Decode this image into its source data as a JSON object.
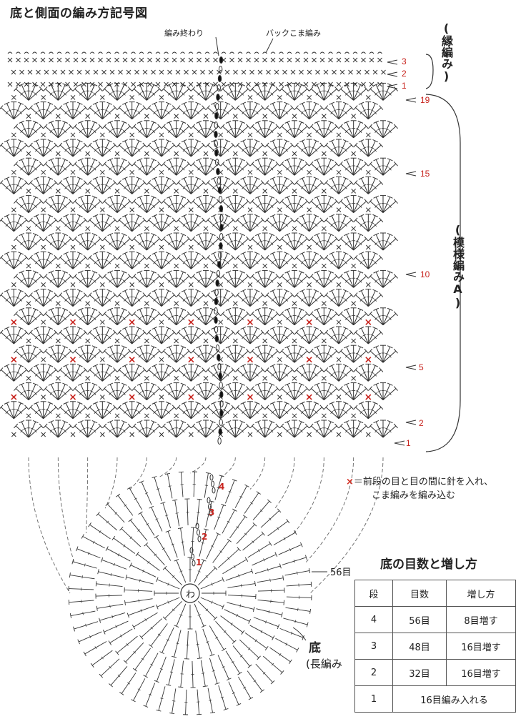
{
  "title": "底と側面の編み方記号図",
  "annotations": {
    "end_label": "編み終わり",
    "back_label": "バックこま編み"
  },
  "side_labels": {
    "edge": "(縁編み)",
    "pattern": "(模様編みA)"
  },
  "edge_rows": [
    "3",
    "2",
    "1"
  ],
  "pattern_rows": [
    "19",
    "15",
    "10",
    "5",
    "2",
    "1"
  ],
  "legend": {
    "mark": "×",
    "line1": "＝前段の目と目の間に針を入れ、",
    "line2": "こま編みを編み込む"
  },
  "table": {
    "title": "底の目数と増し方",
    "headers": [
      "段",
      "目数",
      "増し方"
    ],
    "rows": [
      [
        "4",
        "56目",
        "8目増す"
      ],
      [
        "3",
        "48目",
        "16目増す"
      ],
      [
        "2",
        "32目",
        "16目増す"
      ],
      [
        "1",
        "16目編み入れる",
        ""
      ]
    ]
  },
  "base": {
    "label": "底",
    "sub": "(長編み",
    "count_label": "56目",
    "center": "わ",
    "ring_numbers": [
      "4",
      "3",
      "2",
      "1"
    ]
  },
  "colors": {
    "accent": "#c8241e",
    "ink": "#333333"
  }
}
